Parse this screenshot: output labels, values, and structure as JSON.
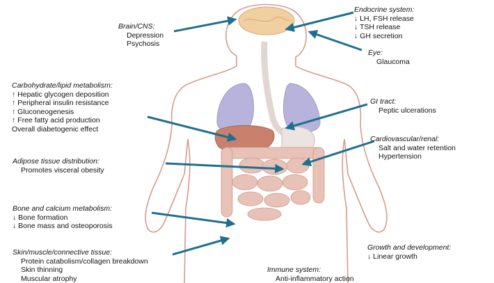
{
  "labels": {
    "endocrine": {
      "heading": "Endocrine system:",
      "lines": [
        "↓ LH, FSH release",
        "↓ TSH release",
        "↓ GH secretion"
      ]
    },
    "brain": {
      "heading": "Brain/CNS:",
      "lines": [
        "Depression",
        "Psychosis"
      ]
    },
    "eye": {
      "heading": "Eye:",
      "lines": [
        "Glaucoma"
      ]
    },
    "carb": {
      "heading": "Carbohydrate/lipid metabolism:",
      "lines": [
        "↑ Hepatic glycogen deposition",
        "↑ Peripheral insulin resistance",
        "↑ Gluconeogenesis",
        "↑ Free fatty acid production",
        "Overall diabetogenic effect"
      ]
    },
    "gi": {
      "heading": "GI tract:",
      "lines": [
        "Peptic ulcerations"
      ]
    },
    "cardio": {
      "heading": "Cardiovascular/renal:",
      "lines": [
        "Salt and water retention",
        "Hypertension"
      ]
    },
    "adipose": {
      "heading": "Adipose tissue distribution:",
      "lines": [
        "Promotes visceral obesity"
      ]
    },
    "bone": {
      "heading": "Bone and calcium metabolism:",
      "lines": [
        "↓ Bone formation",
        "↓ Bone mass and osteoporosis"
      ]
    },
    "skin": {
      "heading": "Skin/muscle/connective tissue:",
      "lines": [
        "Protein catabolism/collagen breakdown",
        "Skin thinning",
        "Muscular atrophy"
      ]
    },
    "growth": {
      "heading": "Growth and development:",
      "lines": [
        "↓ Linear growth"
      ]
    },
    "immune": {
      "heading": "Immune system:",
      "lines": [
        "Anti-inflammatory action"
      ]
    }
  },
  "colors": {
    "arrow": "#1f6f8f",
    "outline": "#d49a8e",
    "lung": "#b8b3dc",
    "liver": "#c9806d",
    "intestine": "#e8c2b6",
    "brain": "#f0cfa0"
  }
}
